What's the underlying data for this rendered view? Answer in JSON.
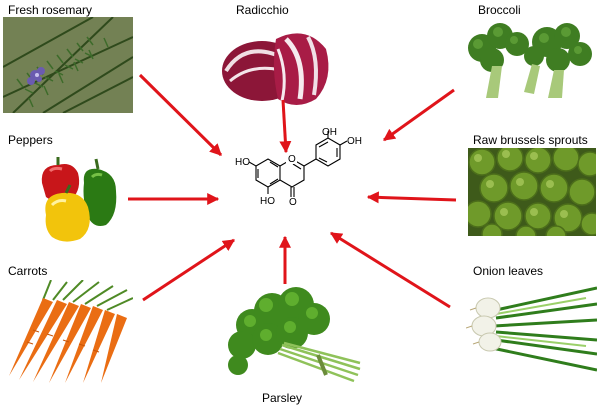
{
  "foods": {
    "rosemary": "Fresh rosemary",
    "radicchio": "Radicchio",
    "broccoli": "Broccoli",
    "peppers": "Peppers",
    "brussels": "Raw brussels sprouts",
    "carrots": "Carrots",
    "parsley": "Parsley",
    "onion": "Onion leaves"
  },
  "molecule": {
    "oh_top_left": "OH",
    "oh_top_right": "OH",
    "ho_left": "HO",
    "ho_bottom": "HO",
    "o_ring": "O",
    "o_ketone": "O"
  },
  "colors": {
    "arrow": "#e0141a"
  }
}
